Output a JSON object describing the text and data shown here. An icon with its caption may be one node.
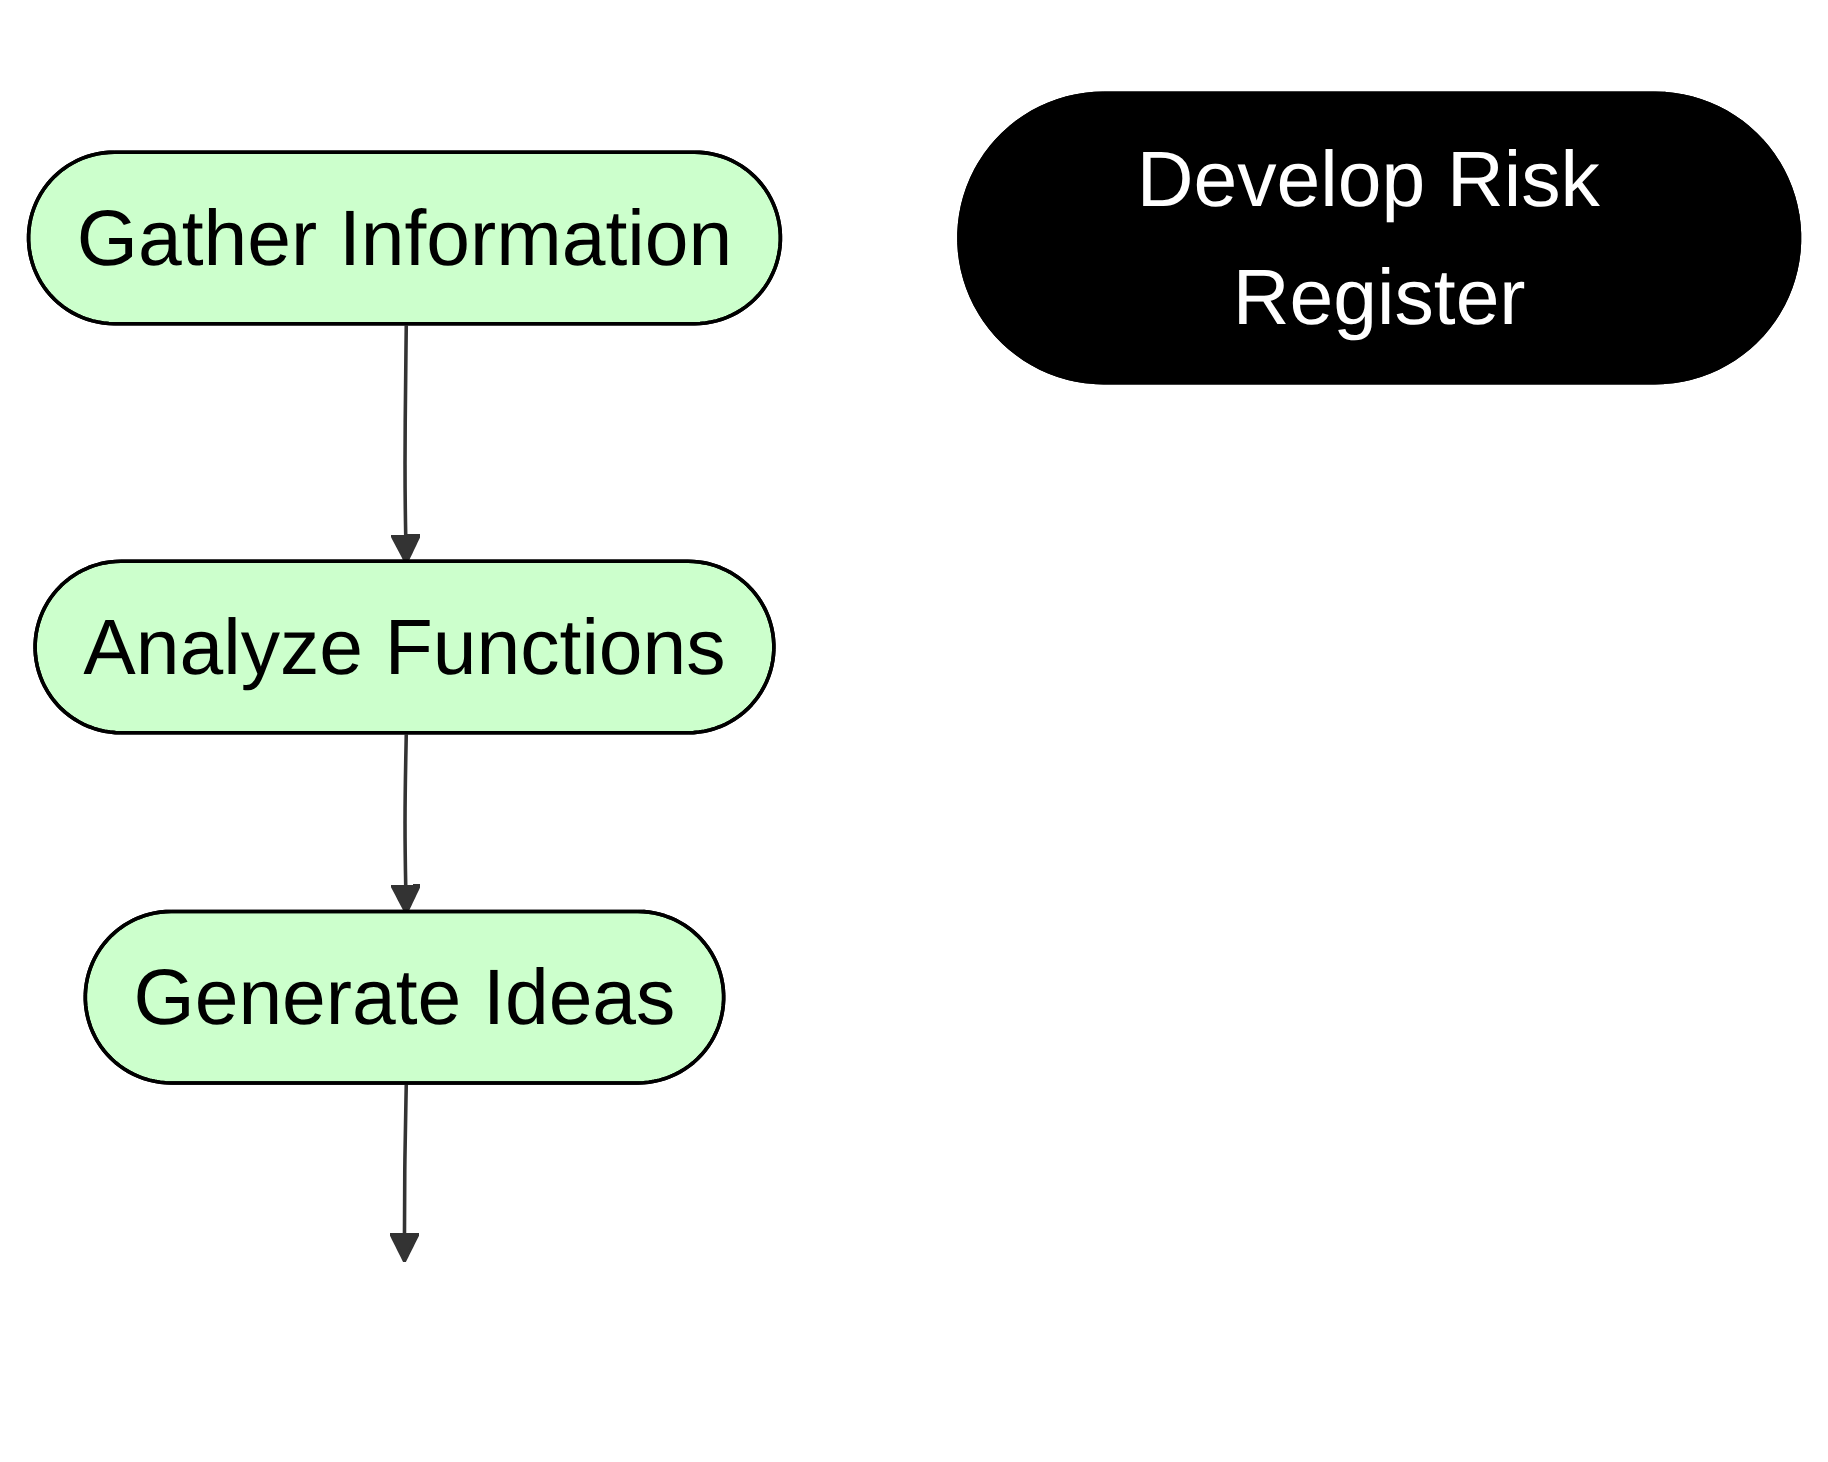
{
  "diagram": {
    "nodes": [
      {
        "text": [
          "Gather Information"
        ]
      },
      {
        "text": [
          "Develop Risk Register"
        ]
      },
      {
        "text": [
          "Analyze Functions"
        ]
      },
      {
        "text": [
          "Generate Ideas"
        ]
      }
    ],
    "edges": [
      {
        "from": 0,
        "to": 2,
        "arrow": "to"
      },
      {
        "from": 2,
        "to": 3,
        "arrow": "to"
      },
      {
        "from": 3,
        "to": null,
        "arrow": "to"
      }
    ]
  }
}
